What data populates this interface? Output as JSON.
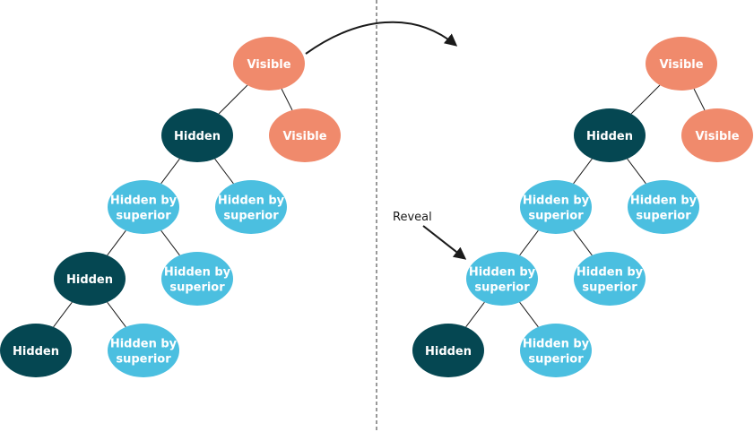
{
  "colors": {
    "visible": "#f08a6c",
    "hidden": "#054752",
    "hidden_by_superior": "#4bbfe0",
    "edge": "#1a1a1a",
    "divider": "#333333"
  },
  "labels": {
    "visible": "Visible",
    "hidden": "Hidden",
    "hidden_by_superior_line1": "Hidden by",
    "hidden_by_superior_line2": "superior"
  },
  "annotation": {
    "reveal": "Reveal"
  },
  "trees": {
    "before": [
      {
        "id": "root",
        "state": "visible",
        "parent": null
      },
      {
        "id": "a",
        "state": "hidden",
        "parent": "root"
      },
      {
        "id": "b",
        "state": "visible",
        "parent": "root"
      },
      {
        "id": "c",
        "state": "hidden_by_superior",
        "parent": "a"
      },
      {
        "id": "d",
        "state": "hidden_by_superior",
        "parent": "a"
      },
      {
        "id": "e",
        "state": "hidden",
        "parent": "c"
      },
      {
        "id": "f",
        "state": "hidden_by_superior",
        "parent": "c"
      },
      {
        "id": "g",
        "state": "hidden",
        "parent": "e"
      },
      {
        "id": "h",
        "state": "hidden_by_superior",
        "parent": "e"
      }
    ],
    "after": [
      {
        "id": "root",
        "state": "visible",
        "parent": null
      },
      {
        "id": "a",
        "state": "hidden",
        "parent": "root"
      },
      {
        "id": "b",
        "state": "visible",
        "parent": "root"
      },
      {
        "id": "c",
        "state": "hidden_by_superior",
        "parent": "a"
      },
      {
        "id": "d",
        "state": "hidden_by_superior",
        "parent": "a"
      },
      {
        "id": "e",
        "state": "hidden_by_superior",
        "parent": "c"
      },
      {
        "id": "f",
        "state": "hidden_by_superior",
        "parent": "c"
      },
      {
        "id": "g",
        "state": "hidden",
        "parent": "e"
      },
      {
        "id": "h",
        "state": "hidden_by_superior",
        "parent": "e"
      }
    ]
  }
}
